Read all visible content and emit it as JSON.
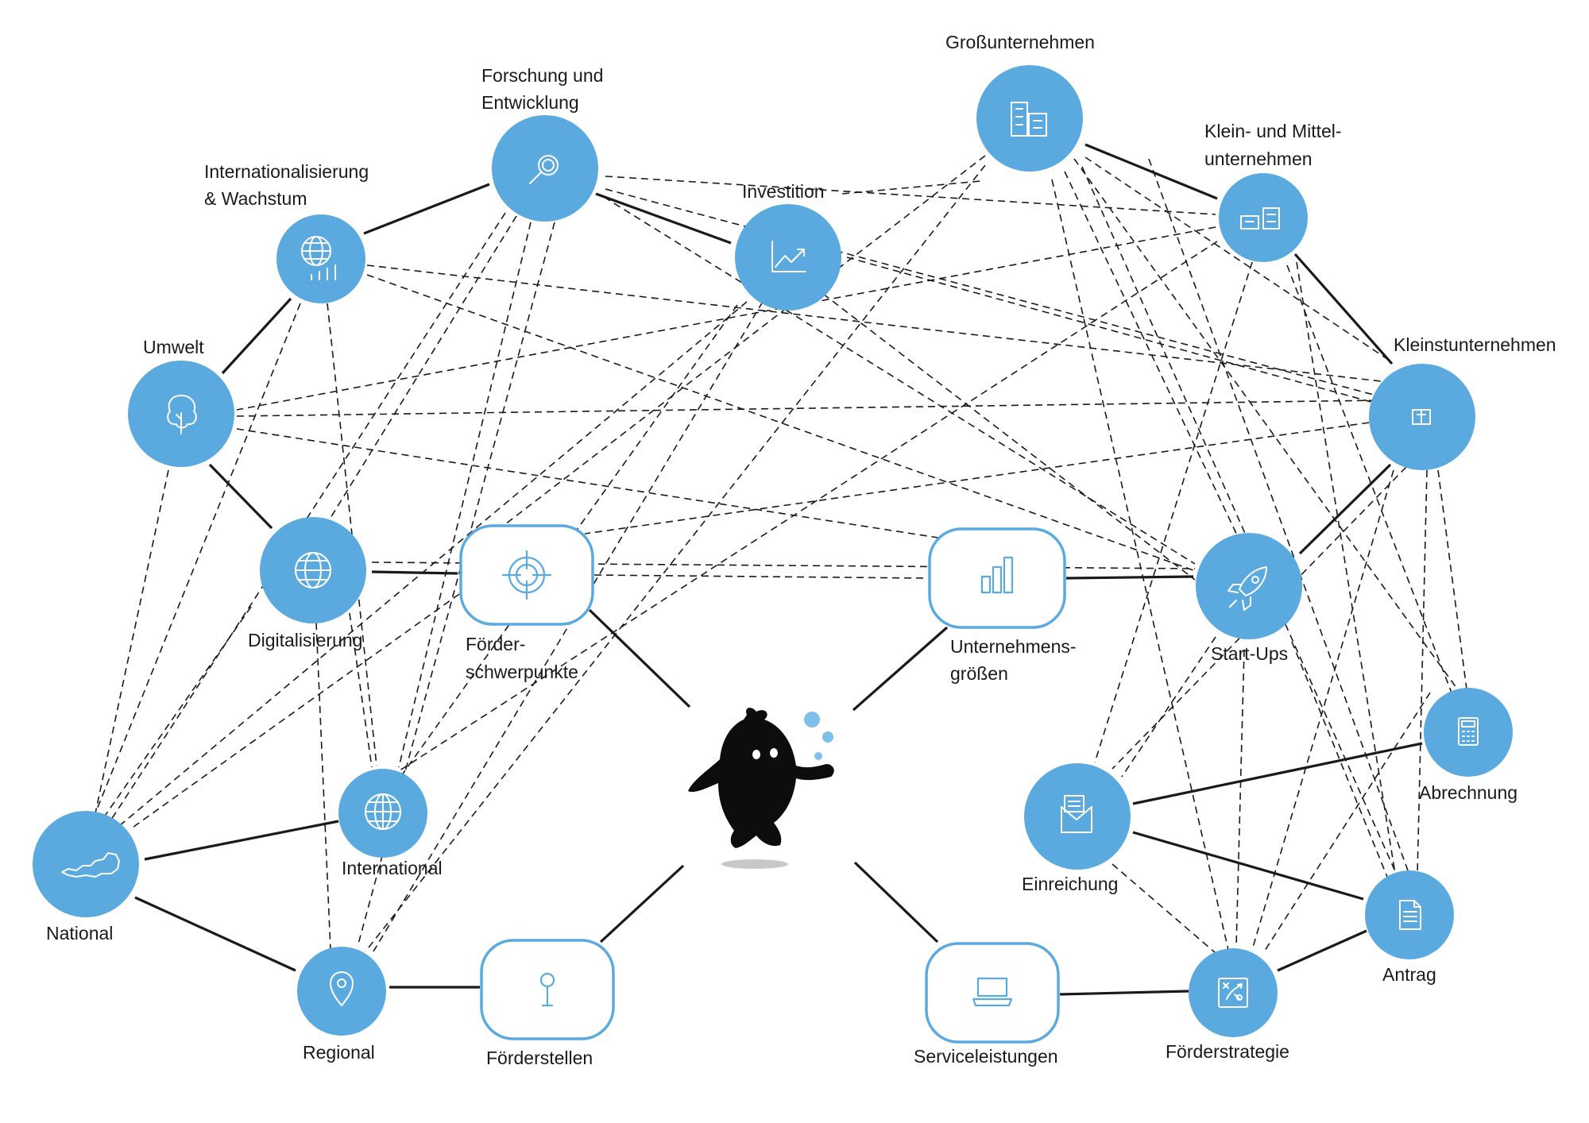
{
  "nodes": {
    "forschung": {
      "line1": "Forschung und",
      "line2": "Entwicklung",
      "icon": "magnifier-icon"
    },
    "grossunternehmen": {
      "line1": "Großunternehmen",
      "icon": "office-buildings-icon"
    },
    "kmu": {
      "line1": "Klein- und Mittel-",
      "line2": "unternehmen",
      "icon": "small-buildings-icon"
    },
    "internationalisierung": {
      "line1": "Internationalisierung",
      "line2": "& Wachstum",
      "icon": "globe-growth-icon"
    },
    "investition": {
      "line1": "Investition",
      "icon": "trend-chart-icon"
    },
    "umwelt": {
      "line1": "Umwelt",
      "icon": "tree-icon"
    },
    "kleinstunternehmen": {
      "line1": "Kleinstunternehmen",
      "icon": "shop-icon"
    },
    "digitalisierung": {
      "line1": "Digitalisierung",
      "icon": "globe-icon"
    },
    "foerderschwerpunkte": {
      "line1": "Förder-",
      "line2": "schwerpunkte",
      "icon": "target-icon"
    },
    "unternehmensgroessen": {
      "line1": "Unternehmens-",
      "line2": "größen",
      "icon": "bar-chart-icon"
    },
    "startups": {
      "line1": "Start-Ups",
      "icon": "rocket-icon"
    },
    "abrechnung": {
      "line1": "Abrechnung",
      "icon": "calculator-icon"
    },
    "international": {
      "line1": "International",
      "icon": "globe-grid-icon"
    },
    "einreichung": {
      "line1": "Einreichung",
      "icon": "envelope-icon"
    },
    "national": {
      "line1": "National",
      "icon": "austria-map-icon"
    },
    "antrag": {
      "line1": "Antrag",
      "icon": "document-icon"
    },
    "regional": {
      "line1": "Regional",
      "icon": "map-pin-icon"
    },
    "foerderstellen": {
      "line1": "Förderstellen",
      "icon": "pin-icon"
    },
    "serviceleistungen": {
      "line1": "Serviceleistungen",
      "icon": "laptop-icon"
    },
    "foerderstrategie": {
      "line1": "Förderstrategie",
      "icon": "strategy-board-icon"
    }
  },
  "mascot": {
    "icon": "thinking-mascot-icon"
  },
  "colors": {
    "node": "#5aaadf",
    "edge": "#1a1a1a",
    "background": "#ffffff"
  }
}
